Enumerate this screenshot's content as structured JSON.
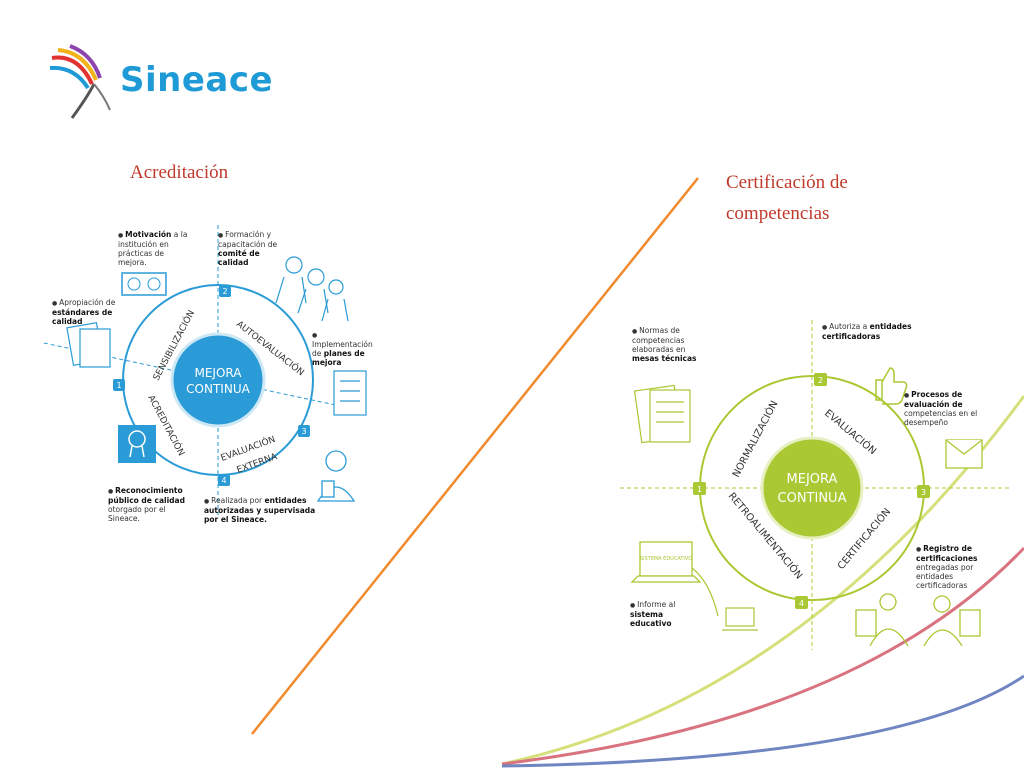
{
  "brand": {
    "name": "Sineace"
  },
  "titles": {
    "left": "Acreditación",
    "right_line1": "Certificación de",
    "right_line2": "competencias"
  },
  "left_diagram": {
    "center_line1": "MEJORA",
    "center_line2": "CONTINUA",
    "arc_labels": [
      "SENSIBILIZACIÓN",
      "AUTOEVALUACIÓN",
      "EVALUACIÓN",
      "EXTERNA",
      "ACREDITACIÓN"
    ],
    "step_numbers": [
      "1",
      "2",
      "3",
      "4"
    ],
    "notes": {
      "n1_bold": "Motivación",
      "n1_rest": "a la institución en prácticas de mejora.",
      "n2_pre": "Formación y capacitación de",
      "n2_bold": "comité de calidad",
      "n3_pre": "Apropiación de",
      "n3_bold": "estándares de calidad",
      "n4_pre": "Implementación de",
      "n4_bold": "planes de mejora",
      "n5_bold": "Reconocimiento público de calidad",
      "n5_rest": "otorgado por el Sineace.",
      "n6_pre": "Realizada por",
      "n6_bold": "entidades autorizadas y supervisada por el Sineace."
    }
  },
  "right_diagram": {
    "center_line1": "MEJORA",
    "center_line2": "CONTINUA",
    "arc_labels": [
      "NORMALIZACIÓN",
      "EVALUACIÓN",
      "RETROALIMENTACIÓN",
      "CERTIFICACIÓN"
    ],
    "step_numbers": [
      "1",
      "2",
      "3",
      "4"
    ],
    "laptop_screen": "SISTEMA EDUCATIVO",
    "notes": {
      "r1_pre": "Normas de competencias elaboradas en",
      "r1_bold": "mesas técnicas",
      "r2_pre": "Autoriza a",
      "r2_bold": "entidades certificadoras",
      "r3_bold": "Procesos de evaluación de",
      "r3_rest": "competencias en el desempeño",
      "r4_bold": "Registro de certificaciones",
      "r4_rest": "entregadas por entidades certificadoras",
      "r5_pre": "Informe al",
      "r5_bold": "sistema educativo"
    }
  },
  "colors": {
    "left_accent": "#2a9bd6",
    "right_accent": "#a9c833",
    "title_red": "#c0392b",
    "divider_orange": "#f08a2c",
    "curve_green": "#d6e07a",
    "curve_red": "#d9737f",
    "curve_blue": "#6f86c2"
  }
}
